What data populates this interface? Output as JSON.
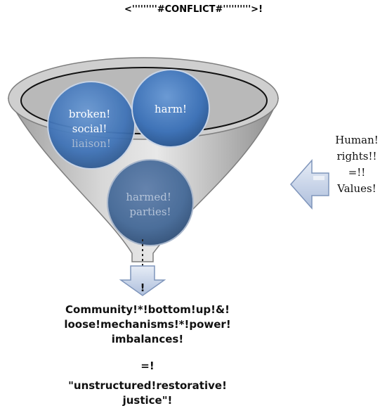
{
  "title": "<'''''''''#CONFLICT#''''''''''>!",
  "circles": [
    {
      "lines": [
        "broken!",
        "social!",
        "liaison!"
      ]
    },
    {
      "lines": [
        "harm!"
      ]
    },
    {
      "lines": [
        "harmed!",
        "parties!"
      ]
    }
  ],
  "side_text": {
    "lines": [
      "Human!",
      "rights!!",
      "=!!",
      "Values!"
    ]
  },
  "connector_mark": "!",
  "bottom": {
    "line1": "Community!*!bottom!up!&!",
    "line2": "loose!mechanisms!*!power!",
    "line3": "imbalances!",
    "equals": "=!",
    "quote_line1": "\"unstructured!restorative!",
    "quote_line2": "justice\"!"
  },
  "colors": {
    "funnel_fill": "#d9d9d9",
    "funnel_edge": "#a6a6a6",
    "circle_blue": "#4a7ec0",
    "circle_dark": "#4a6f9c",
    "arrow_fill": "#c9d6ea",
    "arrow_edge": "#8ea4c8"
  }
}
